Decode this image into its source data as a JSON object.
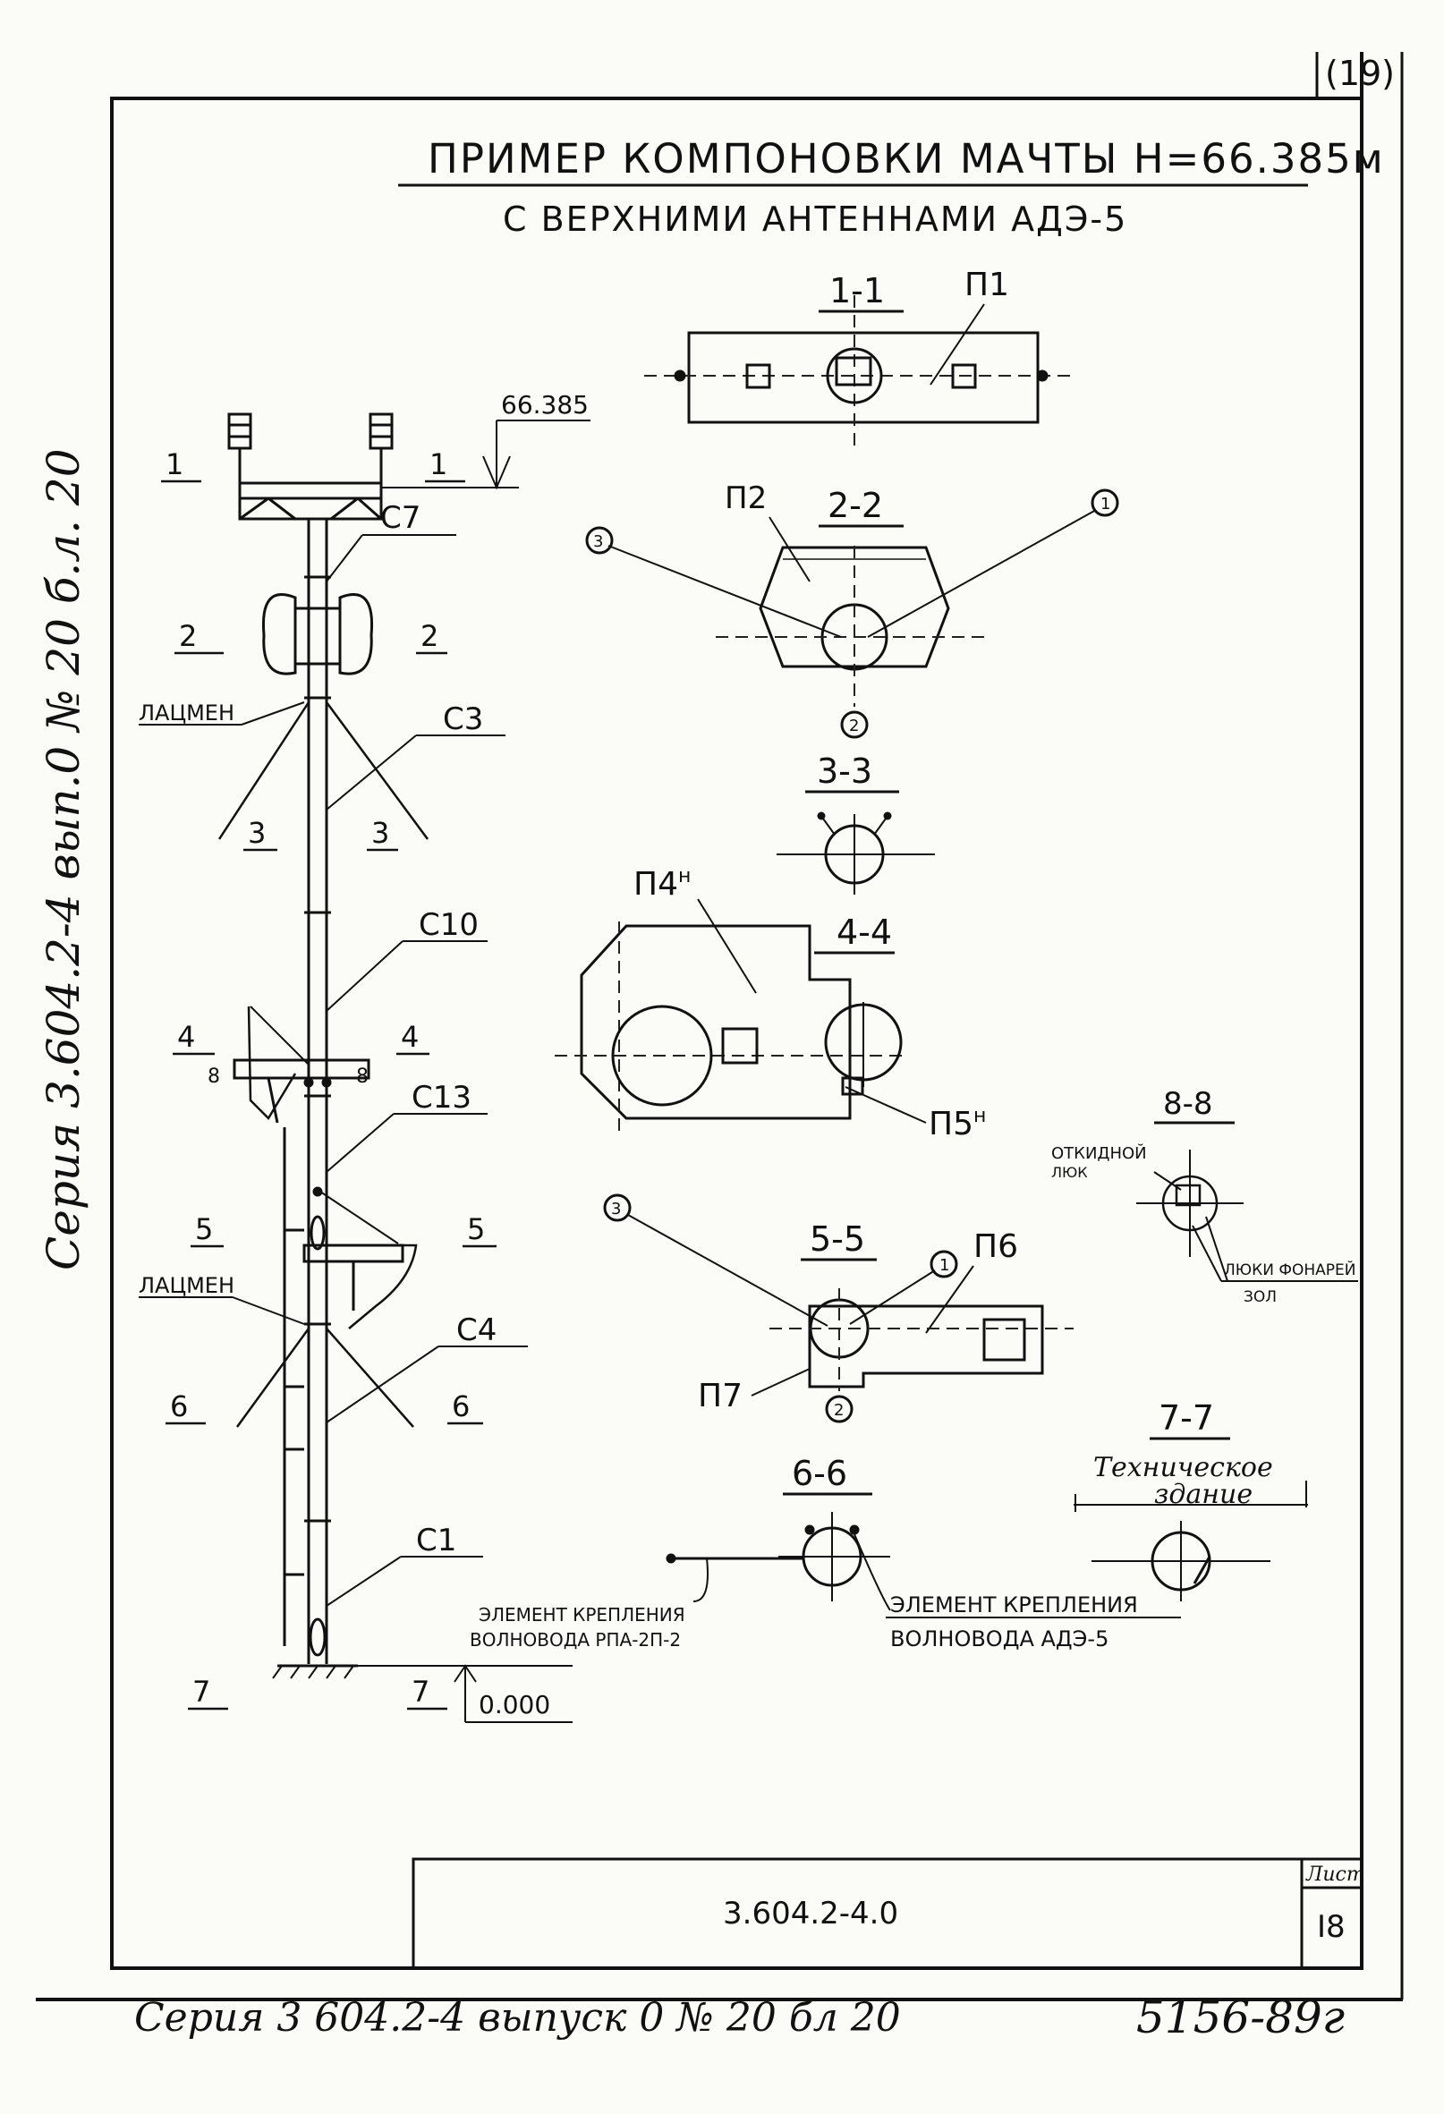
{
  "sheet_number_top": "(19)",
  "title_line1": "ПРИМЕР КОМПОНОВКИ МАЧТЫ Н=66.385м",
  "title_line2": "С ВЕРХНИМИ АНТЕННАМИ АДЭ-5",
  "elevations": {
    "top": "66.385",
    "ground": "0.000"
  },
  "mast": {
    "cuts": [
      "1",
      "1",
      "2",
      "2",
      "3",
      "3",
      "4",
      "4",
      "8",
      "8",
      "5",
      "5",
      "6",
      "6",
      "7",
      "7"
    ],
    "sections": [
      "С7",
      "С3",
      "С10",
      "С13",
      "С4",
      "С1"
    ],
    "ladder_labels": [
      "ЛАЦМЕН",
      "ЛАЦМЕН"
    ]
  },
  "section_views": {
    "s1": {
      "title": "1-1",
      "plate": "П1"
    },
    "s2": {
      "title": "2-2",
      "plate": "П2",
      "callouts": [
        "3",
        "1",
        "2"
      ]
    },
    "s3": {
      "title": "3-3"
    },
    "s4": {
      "title": "4-4",
      "plate_a": "П4",
      "plate_a_sup": "н",
      "plate_b": "П5",
      "plate_b_sup": "н"
    },
    "s5": {
      "title": "5-5",
      "plate_a": "П6",
      "plate_b": "П7",
      "callouts": [
        "3",
        "1",
        "2"
      ]
    },
    "s6": {
      "title": "6-6"
    },
    "s7": {
      "title": "7-7",
      "note_line1": "Техническое",
      "note_line2": "здание"
    },
    "s8": {
      "title": "8-8",
      "hatch_label_1": "ОТКИДНОЙ",
      "hatch_label_2": "ЛЮК",
      "lights_label_1": "ЛЮКИ ФОНАРЕЙ",
      "lights_label_2": "ЗОЛ"
    }
  },
  "notes": {
    "left_1": "ЭЛЕМЕНТ КРЕПЛЕНИЯ",
    "left_2": "ВОЛНОВОДА РПА-2П-2",
    "right_1": "ЭЛЕМЕНТ КРЕПЛЕНИЯ",
    "right_2": "ВОЛНОВОДА АДЭ-5"
  },
  "stamp": {
    "code": "3.604.2-4.0",
    "sheet_label": "Лист",
    "sheet": "I8"
  },
  "margin_vertical": "Серия 3.604.2-4 вып.0 № 20 б.л. 20",
  "footer_left": "Серия 3 604.2-4 выпуск 0 № 20 бл 20",
  "footer_right": "5156-89г"
}
